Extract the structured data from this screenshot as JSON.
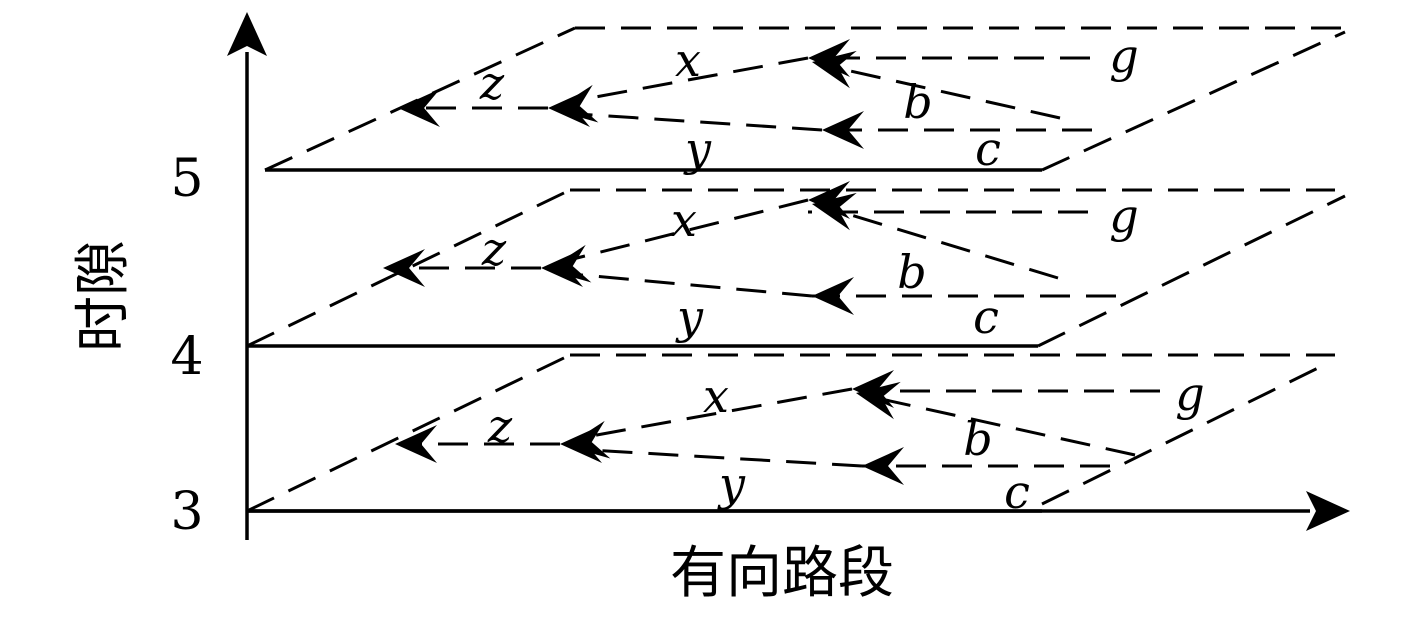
{
  "axes": {
    "y_label": "时隙",
    "x_label": "有向路段",
    "y_ticks": [
      "3",
      "4",
      "5"
    ]
  },
  "nodes": [
    "g",
    "x",
    "b",
    "z",
    "y",
    "c"
  ],
  "layers": [
    {
      "slot": "3",
      "labels": {
        "g": "g",
        "x": "x",
        "b": "b",
        "z": "z",
        "y": "y",
        "c": "c"
      }
    },
    {
      "slot": "4",
      "labels": {
        "g": "g",
        "x": "x",
        "b": "b",
        "z": "z",
        "y": "y",
        "c": "c"
      }
    },
    {
      "slot": "5",
      "labels": {
        "g": "g",
        "x": "x",
        "b": "b",
        "z": "z",
        "y": "y",
        "c": "c"
      }
    }
  ],
  "colors": {
    "ink": "#000000",
    "background": "#ffffff"
  }
}
